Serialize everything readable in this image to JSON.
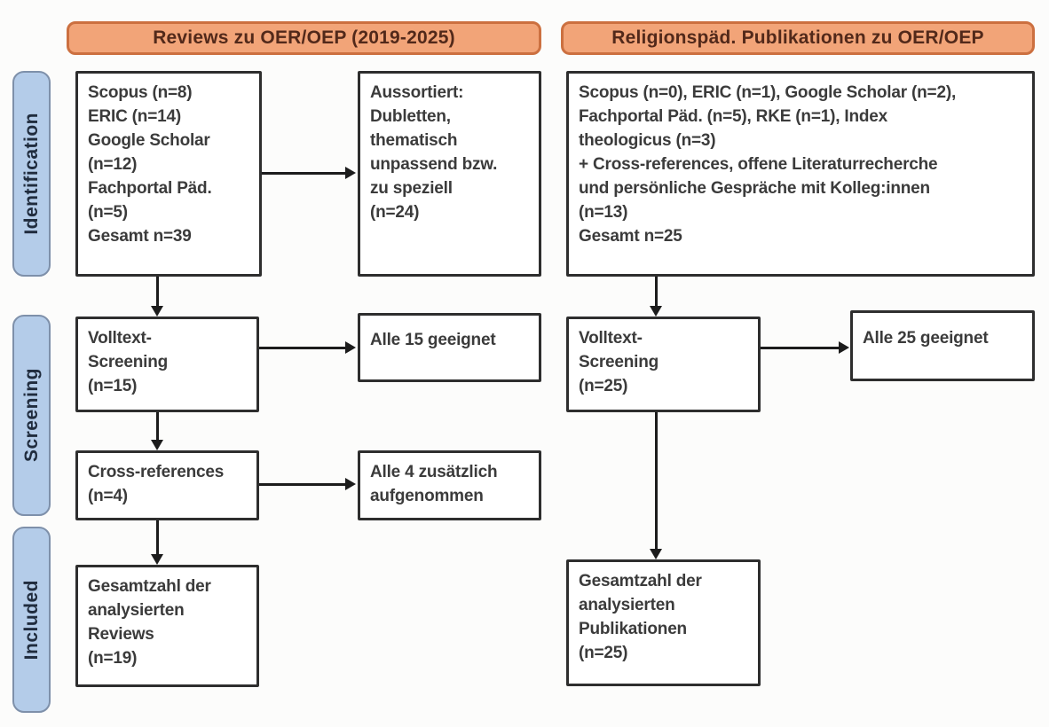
{
  "headers": {
    "left": "Reviews zu OER/OEP (2019-2025)",
    "right": "Religionspäd. Publikationen zu OER/OEP"
  },
  "stages": {
    "identification": "Identification",
    "screening": "Screening",
    "included": "Included"
  },
  "left_column": {
    "sources": {
      "lines": [
        "Scopus (n=8)",
        "ERIC (n=14)",
        "Google Scholar",
        "(n=12)",
        "Fachportal Päd.",
        "(n=5)",
        "Gesamt n=39"
      ]
    },
    "excluded": {
      "lines": [
        "Aussortiert:",
        "Dubletten,",
        "thematisch",
        "unpassend bzw.",
        "zu speziell",
        "(n=24)"
      ]
    },
    "fulltext_screening": {
      "lines": [
        "Volltext-",
        "Screening",
        "(n=15)"
      ]
    },
    "fulltext_result": {
      "lines": [
        "Alle 15 geeignet"
      ]
    },
    "cross_references": {
      "lines": [
        "Cross-references",
        "(n=4)"
      ]
    },
    "cross_references_result": {
      "lines": [
        "Alle 4 zusätzlich",
        "aufgenommen"
      ]
    },
    "included_total": {
      "lines": [
        "Gesamtzahl der",
        "analysierten",
        "Reviews",
        "(n=19)"
      ]
    }
  },
  "right_column": {
    "sources": {
      "lines": [
        "Scopus (n=0), ERIC (n=1), Google Scholar (n=2),",
        "Fachportal Päd. (n=5), RKE (n=1), Index",
        "theologicus (n=3)",
        "+ Cross-references, offene Literaturrecherche",
        "und persönliche Gespräche mit Kolleg:innen",
        "(n=13)",
        "Gesamt n=25"
      ]
    },
    "fulltext_screening": {
      "lines": [
        "Volltext-",
        "Screening",
        "(n=25)"
      ]
    },
    "fulltext_result": {
      "lines": [
        "Alle 25 geeignet"
      ]
    },
    "included_total": {
      "lines": [
        "Gesamtzahl der",
        "analysierten",
        "Publikationen",
        "(n=25)"
      ]
    }
  },
  "colors": {
    "background": "#FCFCFB",
    "header_fill": "#F2A478",
    "header_border": "#CC7040",
    "header_text": "#52291A",
    "stage_fill": "#B4CCE9",
    "stage_border": "#7E90AA",
    "stage_text": "#202C3E",
    "box_border": "#2E2E2E",
    "box_text": "#3B3B3B",
    "arrow": "#1C1C1C"
  }
}
